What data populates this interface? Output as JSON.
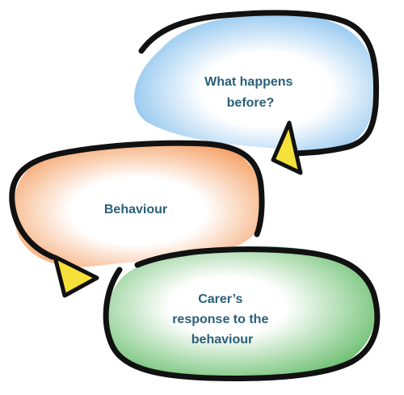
{
  "diagram": {
    "nodes": [
      {
        "id": "before",
        "label_lines": [
          "What happens",
          "before?"
        ],
        "color": "#8cc3ee"
      },
      {
        "id": "behaviour",
        "label_lines": [
          "Behaviour"
        ],
        "color": "#f5a66e"
      },
      {
        "id": "response",
        "label_lines": [
          "Carer’s",
          "response to the",
          "behaviour"
        ],
        "color": "#6bbf6f"
      }
    ],
    "arrow_color": "#f4e23a",
    "edges": [
      {
        "from": "before",
        "to": "behaviour"
      },
      {
        "from": "behaviour",
        "to": "response"
      },
      {
        "from": "response",
        "to": "before"
      }
    ]
  }
}
